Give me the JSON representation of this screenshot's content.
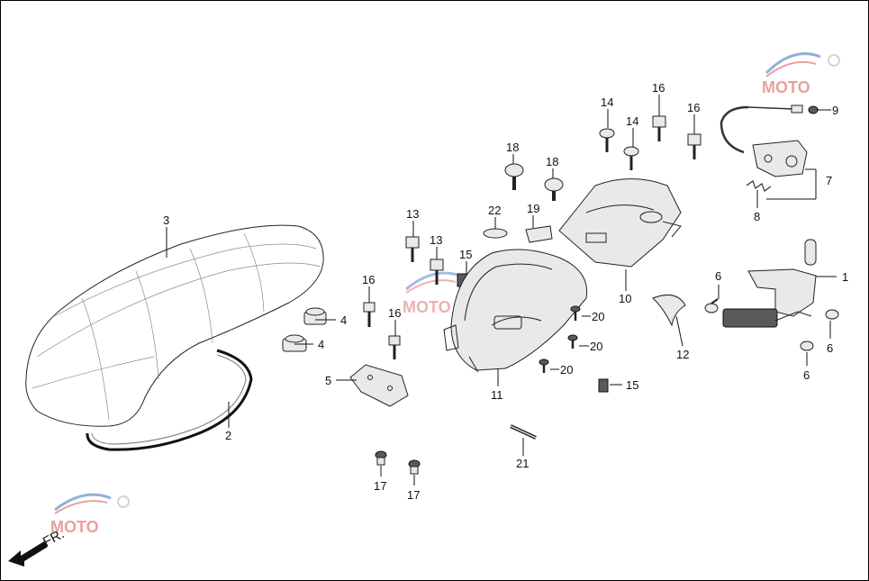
{
  "diagram": {
    "callouts": [
      {
        "id": "c1",
        "label": "1"
      },
      {
        "id": "c2",
        "label": "2"
      },
      {
        "id": "c3",
        "label": "3"
      },
      {
        "id": "c4a",
        "label": "4"
      },
      {
        "id": "c4b",
        "label": "4"
      },
      {
        "id": "c5",
        "label": "5"
      },
      {
        "id": "c6a",
        "label": "6"
      },
      {
        "id": "c6b",
        "label": "6"
      },
      {
        "id": "c6c",
        "label": "6"
      },
      {
        "id": "c7",
        "label": "7"
      },
      {
        "id": "c8",
        "label": "8"
      },
      {
        "id": "c9",
        "label": "9"
      },
      {
        "id": "c10",
        "label": "10"
      },
      {
        "id": "c11",
        "label": "11"
      },
      {
        "id": "c12",
        "label": "12"
      },
      {
        "id": "c13a",
        "label": "13"
      },
      {
        "id": "c13b",
        "label": "13"
      },
      {
        "id": "c14a",
        "label": "14"
      },
      {
        "id": "c14b",
        "label": "14"
      },
      {
        "id": "c15a",
        "label": "15"
      },
      {
        "id": "c15b",
        "label": "15"
      },
      {
        "id": "c16a",
        "label": "16"
      },
      {
        "id": "c16b",
        "label": "16"
      },
      {
        "id": "c16c",
        "label": "16"
      },
      {
        "id": "c16d",
        "label": "16"
      },
      {
        "id": "c17a",
        "label": "17"
      },
      {
        "id": "c17b",
        "label": "17"
      },
      {
        "id": "c18a",
        "label": "18"
      },
      {
        "id": "c18b",
        "label": "18"
      },
      {
        "id": "c19",
        "label": "19"
      },
      {
        "id": "c20a",
        "label": "20"
      },
      {
        "id": "c20b",
        "label": "20"
      },
      {
        "id": "c20c",
        "label": "20"
      },
      {
        "id": "c21",
        "label": "21"
      },
      {
        "id": "c22",
        "label": "22"
      }
    ],
    "direction_label": "FR.",
    "watermark": {
      "text": "MOTO",
      "colors": [
        "#d9534f",
        "#3b6fb6",
        "#b0b0b0"
      ]
    }
  }
}
